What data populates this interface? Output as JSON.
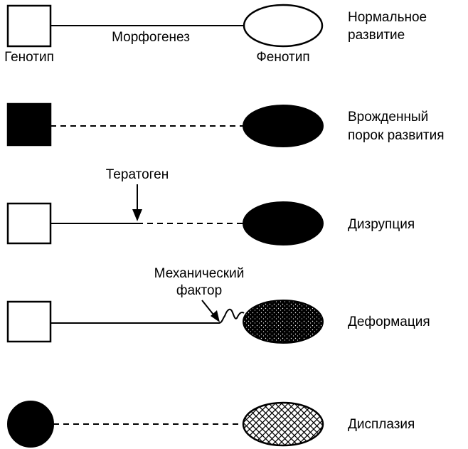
{
  "diagram": {
    "row1": {
      "link_label": "Морфогенез",
      "genotype_label": "Генотип",
      "phenotype_label": "Фенотип",
      "description": [
        "Нормальное",
        "развитие"
      ]
    },
    "row2": {
      "description": [
        "Врожденный",
        "порок развития"
      ]
    },
    "row3": {
      "agent_label": "Тератоген",
      "description": [
        "Дизрупция"
      ]
    },
    "row4": {
      "agent_label": [
        "Механический",
        "фактор"
      ],
      "description": [
        "Деформация"
      ]
    },
    "row5": {
      "description": [
        "Дисплазия"
      ]
    }
  }
}
